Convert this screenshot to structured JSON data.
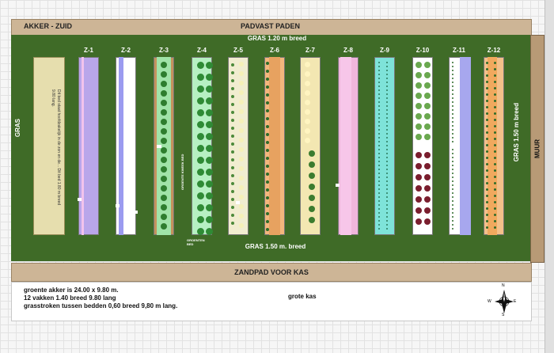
{
  "header": {
    "akker_label": "AKKER - ZUID",
    "padvast_label": "PADVAST PADEN"
  },
  "labels": {
    "gras_top": "GRAS 1.20 m breed",
    "gras_left": "GRAS",
    "gras_right": "GRAS 1.50 m breed",
    "gras_bottom": "GRAS 1.50 m. breed",
    "muur": "MUUR",
    "zandpad": "ZANDPAD VOOR KAS",
    "grote_kas": "grote kas"
  },
  "left_bed_note": "Dit bed staat hoofdzakelijk in de zon en de... Dit bed 1.80 m breed 9.80 lang.",
  "beds": [
    {
      "label": "Z-1",
      "color": "#b9a6ea"
    },
    {
      "label": "Z-2",
      "color": "#ffffff"
    },
    {
      "label": "Z-3",
      "color": "#c4935c"
    },
    {
      "label": "Z-4",
      "color": "#b6f0c2"
    },
    {
      "label": "Z-5",
      "color": "#f1edd0"
    },
    {
      "label": "Z-6",
      "color": "#f3b77d"
    },
    {
      "label": "Z-7",
      "color": "#f3e7b2"
    },
    {
      "label": "Z-8",
      "color": "#f0b6dc"
    },
    {
      "label": "Z-9",
      "color": "#7ee3d9"
    },
    {
      "label": "Z-10",
      "color": "#ffffff"
    },
    {
      "label": "Z-11",
      "color": "#ffffff"
    },
    {
      "label": "Z-12",
      "color": "#f3c08a"
    }
  ],
  "small_labels": {
    "groente": "GROENTEN BED",
    "z4_vertical": "GROENTE KWEEK BED"
  },
  "info_lines": [
    "groente akker is 24.00 x 9.80 m.",
    "12 vakken 1.40 breed 9.80 lang",
    "grasstroken tussen bedden 0,60 breed 9,80 m lang."
  ],
  "compass": {
    "n": "N",
    "e": "E",
    "s": "S",
    "w": "W"
  },
  "colors": {
    "grass": "#3f6b27",
    "path": "#cdb596"
  }
}
